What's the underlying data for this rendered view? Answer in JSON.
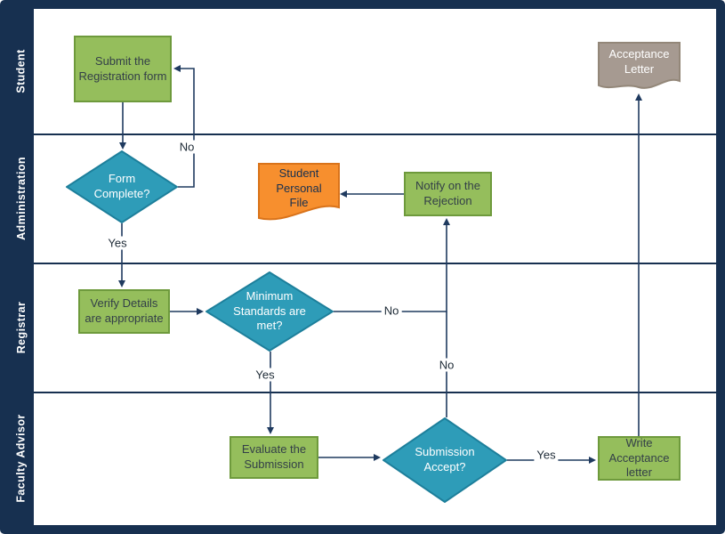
{
  "diagram": {
    "lanes": [
      {
        "label": "Student"
      },
      {
        "label": "Administration"
      },
      {
        "label": "Registrar"
      },
      {
        "label": "Faculty Advisor"
      }
    ],
    "nodes": {
      "submit_form": {
        "label": "Submit the\nRegistration form"
      },
      "acceptance_letter": {
        "label": "Acceptance\nLetter"
      },
      "form_complete": {
        "label": "Form\nComplete?"
      },
      "student_personal_file": {
        "label": "Student\nPersonal\nFile"
      },
      "notify_rejection": {
        "label": "Notify on the\nRejection"
      },
      "verify_details": {
        "label": "Verify Details\nare appropriate"
      },
      "minimum_standards": {
        "label": "Minimum\nStandards are\nmet?"
      },
      "evaluate_submission": {
        "label": "Evaluate the\nSubmission"
      },
      "submission_accept": {
        "label": "Submission\nAccept?"
      },
      "write_acceptance": {
        "label": "Write\nAcceptance\nletter"
      }
    },
    "edge_labels": {
      "form_complete_no": "No",
      "form_complete_yes": "Yes",
      "min_standards_no": "No",
      "min_standards_yes": "Yes",
      "submission_no": "No",
      "submission_yes": "Yes"
    },
    "colors": {
      "frame": "#173050",
      "process_fill": "#95BE5C",
      "process_border": "#6E9A3C",
      "decision_fill": "#2E9CB8",
      "decision_border": "#1D7F9B",
      "document_fill": "#F78F2E",
      "document_border": "#D9731A",
      "letter_fill": "#A69A91",
      "letter_border": "#938779",
      "connector": "#1F3A5F"
    }
  }
}
